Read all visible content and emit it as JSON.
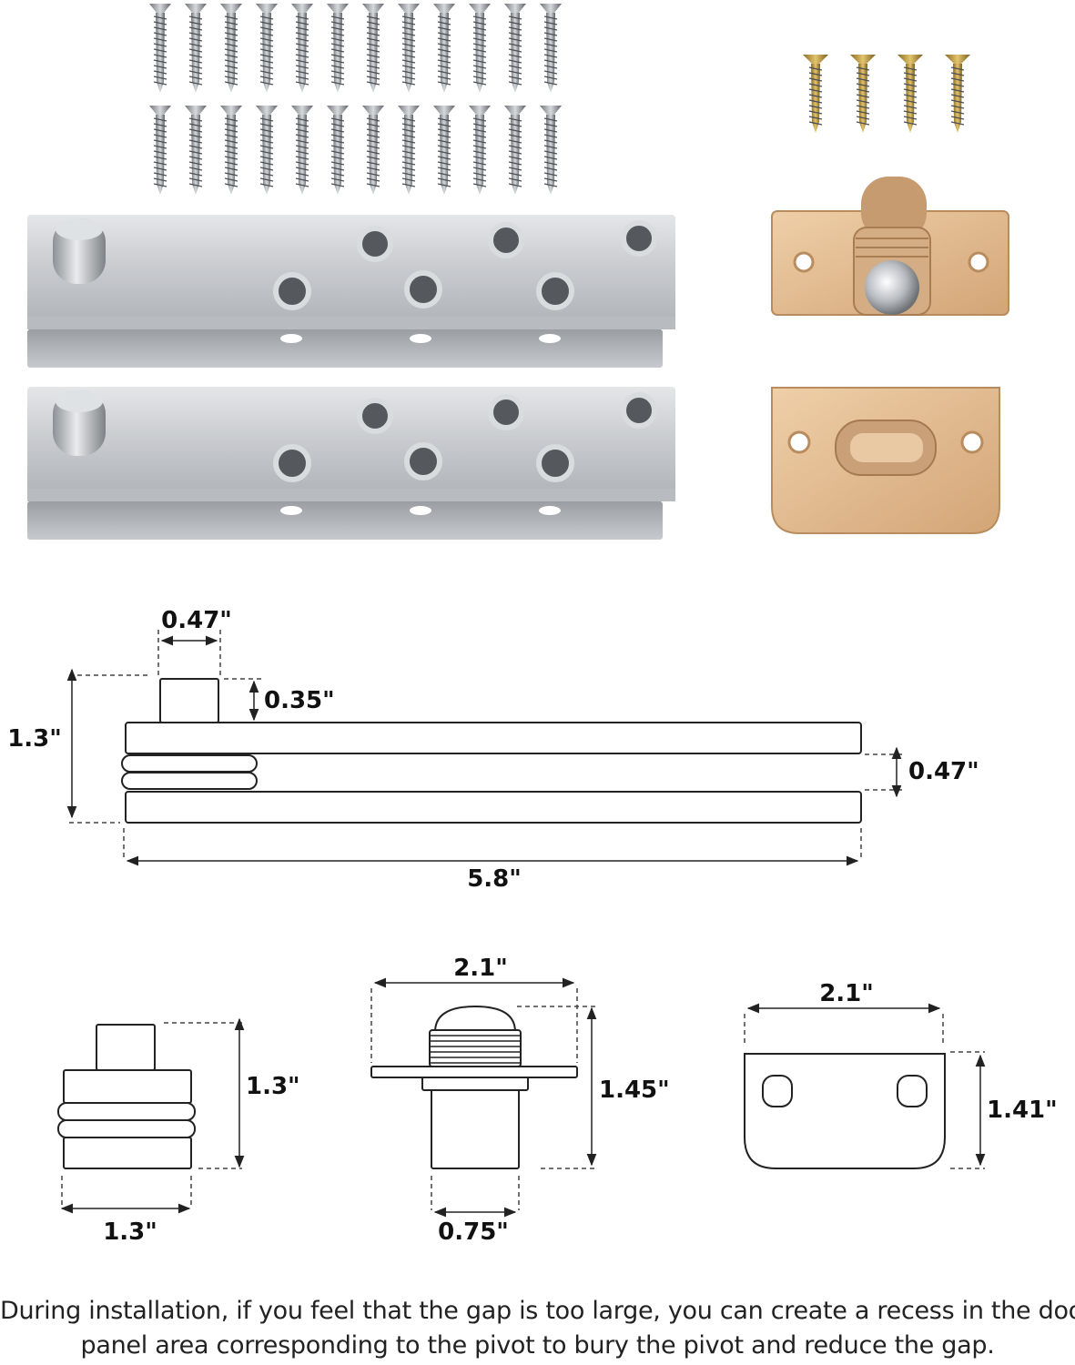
{
  "dimensions": {
    "pin_width": "0.47\"",
    "pin_height": "0.35\"",
    "total_height": "1.3\"",
    "plate_gap": "0.47\"",
    "plate_length": "5.8\"",
    "side_height": "1.3\"",
    "side_width": "1.3\"",
    "catch_width": "2.1\"",
    "catch_height": "1.45\"",
    "catch_barrel": "0.75\"",
    "strike_width": "2.1\"",
    "strike_height": "1.41\""
  },
  "caption": {
    "line1": "During installation, if you feel that the gap is too large, you can create a recess in the door",
    "line2": "panel area corresponding to the pivot to bury the pivot and reduce the gap."
  },
  "colors": {
    "steel": "#c9ccd0",
    "brass": "#e0b98e",
    "gold_screw": "#c9a24a",
    "line": "#222222"
  }
}
